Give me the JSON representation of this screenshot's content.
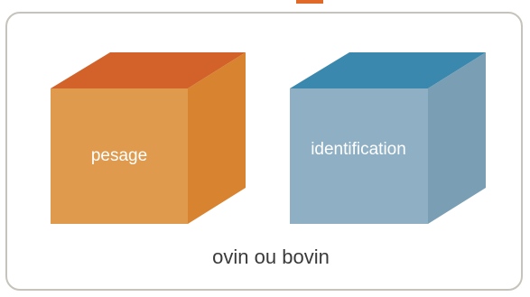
{
  "diagram": {
    "cubes": [
      {
        "label": "pesage",
        "colors": {
          "top": "#d2622a",
          "front": "#df9a4e",
          "side": "#d8832f"
        }
      },
      {
        "label": "identification",
        "colors": {
          "top": "#3a88ad",
          "front": "#8fb0c4",
          "side": "#7a9fb4"
        }
      }
    ],
    "caption": "ovin ou bovin",
    "colors": {
      "frame_border": "#c5c3bb",
      "accent": "#e06a2a",
      "caption_text": "#3a3a3a"
    }
  }
}
